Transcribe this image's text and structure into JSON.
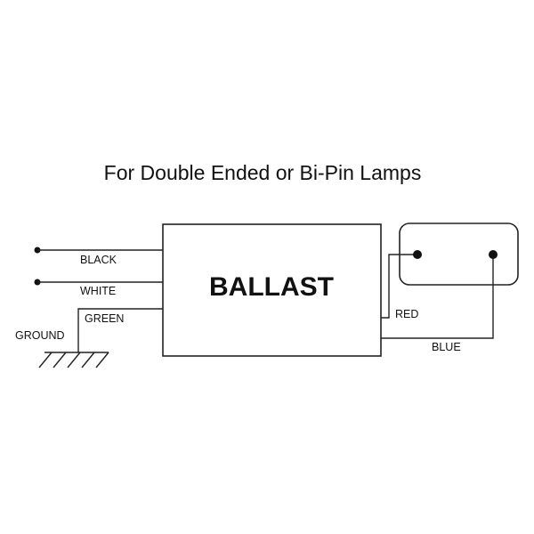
{
  "title": "For Double Ended or Bi-Pin Lamps",
  "ballast_label": "BALLAST",
  "wires": {
    "black": "BLACK",
    "white": "WHITE",
    "green": "GREEN",
    "ground": "GROUND",
    "red": "RED",
    "blue": "BLUE"
  }
}
